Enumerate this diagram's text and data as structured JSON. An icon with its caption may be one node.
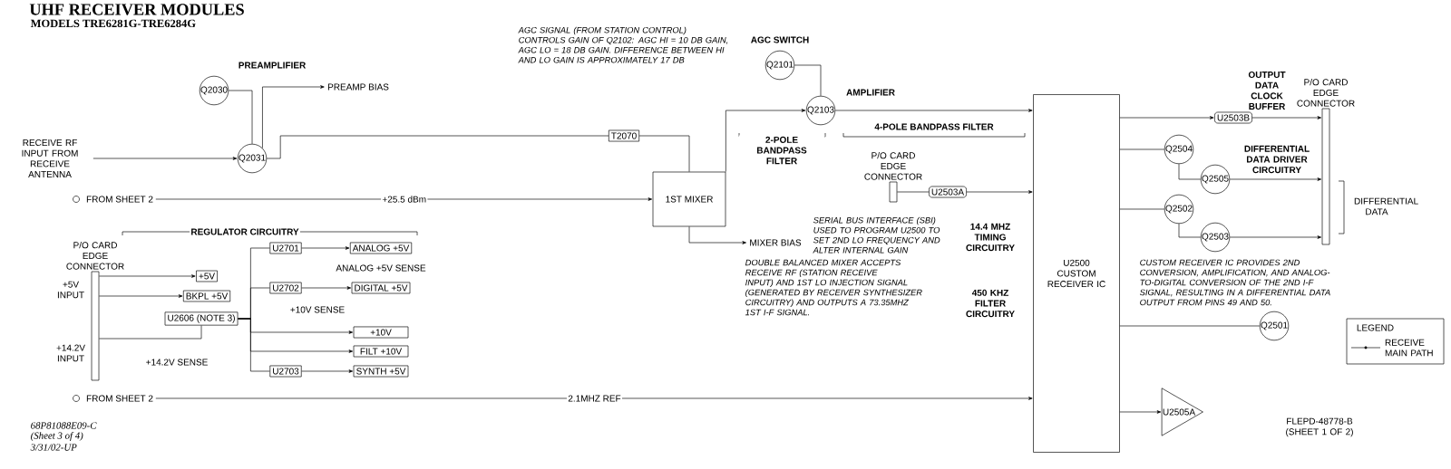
{
  "diagram": {
    "title": "UHF RECEIVER MODULES",
    "nodes": [
      {
        "text": [
          "RECEIVE RF INPUT FROM RECEIVE ANTENNA"
        ]
      },
      {
        "text": [
          "Q2031"
        ]
      },
      {
        "text": [
          "Q2030"
        ]
      },
      {
        "text": [
          "PREAMP BIAS"
        ]
      },
      {
        "text": [
          "T2070"
        ]
      },
      {
        "text": [
          "1ST MIXER"
        ]
      },
      {
        "text": [
          "MIXER BIAS"
        ]
      },
      {
        "text": [
          "Q2101"
        ]
      },
      {
        "text": [
          "Q2103"
        ]
      },
      {
        "text": [
          "U2500",
          "CUSTOM RECEIVER IC"
        ]
      },
      {
        "text": [
          "U2503B"
        ]
      },
      {
        "text": [
          "Q2504"
        ]
      },
      {
        "text": [
          "Q2505"
        ]
      },
      {
        "text": [
          "Q2502"
        ]
      },
      {
        "text": [
          "Q2503"
        ]
      },
      {
        "text": [
          "P/O CARD EDGE CONNECTOR"
        ]
      },
      {
        "text": [
          "U2503A"
        ]
      },
      {
        "text": [
          "P/O CARD EDGE CONNECTOR"
        ]
      },
      {
        "text": [
          "P/O CARD EDGE CONNECTOR"
        ]
      },
      {
        "text": [
          "+5V"
        ]
      },
      {
        "text": [
          "BKPL +5V"
        ]
      },
      {
        "text": [
          "U2606 (NOTE 3)"
        ]
      },
      {
        "text": [
          "U2701"
        ]
      },
      {
        "text": [
          "ANALOG +5V"
        ]
      },
      {
        "text": [
          "U2702"
        ]
      },
      {
        "text": [
          "DIGITAL +5V"
        ]
      },
      {
        "text": [
          "+10V"
        ]
      },
      {
        "text": [
          "FILT +10V"
        ]
      },
      {
        "text": [
          "U2703"
        ]
      },
      {
        "text": [
          "SYNTH +5V"
        ]
      },
      {
        "text": [
          "FROM SHEET 2"
        ]
      },
      {
        "text": [
          "FROM SHEET 2"
        ]
      },
      {
        "text": [
          "U2505A"
        ]
      },
      {
        "text": [
          "Q2501"
        ]
      }
    ],
    "edges": [
      {
        "from": 0,
        "to": 1,
        "arrow": "to"
      },
      {
        "from": 2,
        "to": 1,
        "arrow": "none"
      },
      {
        "from": 1,
        "to": 3,
        "arrow": "to"
      },
      {
        "from": 1,
        "to": 4,
        "arrow": "none"
      },
      {
        "from": 4,
        "to": 5,
        "arrow": "none"
      },
      {
        "from": 30,
        "to": 5,
        "arrow": "to",
        "label": "+25.5 dBm"
      },
      {
        "from": 5,
        "to": 6,
        "arrow": "to"
      },
      {
        "from": 5,
        "to": 8,
        "arrow": "to"
      },
      {
        "from": 7,
        "to": 8,
        "arrow": "none"
      },
      {
        "from": 8,
        "to": 9,
        "arrow": "to"
      },
      {
        "from": 17,
        "to": 16,
        "arrow": "none"
      },
      {
        "from": 16,
        "to": 9,
        "arrow": "to"
      },
      {
        "from": 9,
        "to": 10,
        "arrow": "to"
      },
      {
        "from": 9,
        "to": 11,
        "arrow": "none"
      },
      {
        "from": 9,
        "to": 13,
        "arrow": "none"
      },
      {
        "from": 11,
        "to": 12,
        "arrow": "none"
      },
      {
        "from": 13,
        "to": 14,
        "arrow": "none"
      },
      {
        "from": 10,
        "to": 15,
        "arrow": "to"
      },
      {
        "from": 12,
        "to": 15,
        "arrow": "to"
      },
      {
        "from": 14,
        "to": 15,
        "arrow": "to"
      },
      {
        "from": 18,
        "to": 19,
        "arrow": "to"
      },
      {
        "from": 18,
        "to": 20,
        "arrow": "to"
      },
      {
        "from": 18,
        "to": 21,
        "arrow": "none"
      },
      {
        "from": 21,
        "to": 26,
        "arrow": "to"
      },
      {
        "from": 21,
        "to": 27,
        "arrow": "to"
      },
      {
        "from": 21,
        "to": 22,
        "arrow": "none"
      },
      {
        "from": 21,
        "to": 24,
        "arrow": "none"
      },
      {
        "from": 21,
        "to": 28,
        "arrow": "none"
      },
      {
        "from": 22,
        "to": 23,
        "arrow": "to"
      },
      {
        "from": 24,
        "to": 25,
        "arrow": "to"
      },
      {
        "from": 28,
        "to": 29,
        "arrow": "to"
      },
      {
        "from": 31,
        "to": 9,
        "arrow": "to",
        "label": "2.1MHZ REF"
      },
      {
        "from": 9,
        "to": 32,
        "arrow": "to"
      },
      {
        "from": 9,
        "to": 33,
        "arrow": "none"
      }
    ],
    "labels": [
      "MODELS TRE6281G-TRE6284G",
      "PREAMPLIFIER",
      "AGC SIGNAL (FROM STATION CONTROL) CONTROLS GAIN OF Q2102: AGC HI = 10 DB GAIN, AGC LO = 18 DB GAIN. DIFFERENCE BETWEEN HI AND LO GAIN IS APPROXIMATELY 17 DB",
      "AGC SWITCH",
      "AMPLIFIER",
      "2-POLE BANDPASS FILTER",
      "4-POLE BANDPASS FILTER",
      "DOUBLE BALANCED MIXER ACCEPTS RECEIVE RF (STATION RECEIVE INPUT) AND 1ST LO INJECTION SIGNAL (GENERATED BY RECEIVER SYNTHESIZER CIRCUITRY) AND OUTPUTS A 73.35MHZ 1ST I-F SIGNAL.",
      "REGULATOR CIRCUITRY",
      "+5V INPUT",
      "+14.2V INPUT",
      "ANALOG +5V SENSE",
      "+10V SENSE",
      "+14.2V SENSE",
      "OUTPUT DATA CLOCK BUFFER",
      "DIFFERENTIAL DATA DRIVER CIRCUITRY",
      "DIFFERENTIAL DATA",
      "SERIAL BUS INTERFACE (SBI) USED TO PROGRAM U2500 TO SET 2ND LO FREQUENCY AND ALTER INTERNAL GAIN",
      "14.4 MHZ TIMING CIRCUITRY",
      "450 KHZ FILTER CIRCUITRY",
      "CUSTOM RECEIVER IC PROVIDES 2ND CONVERSION, AMPLIFICATION, AND ANALOG-TO-DIGITAL CONVERSION OF THE 2ND I-F SIGNAL, RESULTING IN A DIFFERENTIAL DATA OUTPUT FROM PINS 49 AND 50.",
      "LEGEND",
      "FLEPD-48778-B (SHEET 1 OF 2)",
      "68P81088E09-C",
      "(Sheet 3 of 4)",
      "3/31/02-UP"
    ],
    "legend": [
      {
        "text": "RECEIVE MAIN PATH"
      }
    ]
  }
}
